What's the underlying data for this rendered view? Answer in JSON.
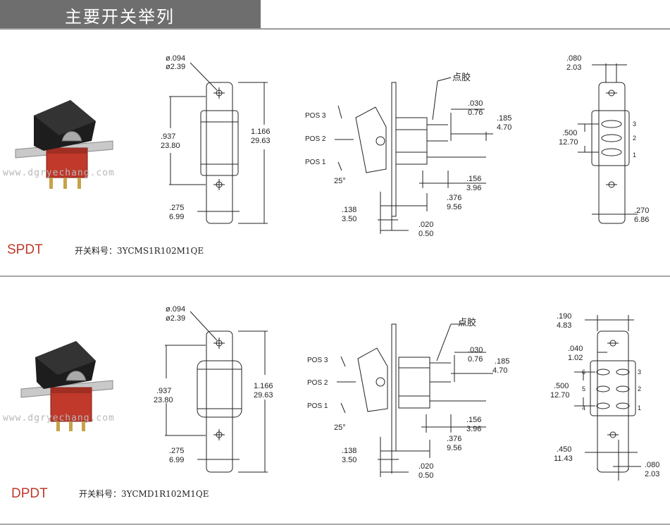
{
  "header": {
    "title": "主要开关举列"
  },
  "watermark": "www.dgryechang.com",
  "sections": [
    {
      "type": "SPDT",
      "part_number": "开关料号：3YCMS1R102M1QE",
      "front": {
        "hole_in": "ø.094",
        "hole_mm": "ø2.39",
        "h_in": ".937",
        "h_mm": "23.80",
        "total_in": "1.166",
        "total_mm": "29.63",
        "w_in": ".275",
        "w_mm": "6.99"
      },
      "side": {
        "pos3": "POS 3",
        "pos2": "POS 2",
        "pos1": "POS 1",
        "angle": "25°",
        "glue": "点胶",
        "t1_in": ".030",
        "t1_mm": "0.76",
        "t2_in": ".185",
        "t2_mm": "4.70",
        "t3_in": ".156",
        "t3_mm": "3.96",
        "t4_in": ".376",
        "t4_mm": "9.56",
        "t5_in": ".138",
        "t5_mm": "3.50",
        "t6_in": ".020",
        "t6_mm": "0.50"
      },
      "rear": {
        "top_in": ".080",
        "top_mm": "2.03",
        "pitch_in": ".500",
        "pitch_mm": "12.70",
        "w_in": ".270",
        "w_mm": "6.86",
        "pins": [
          "3",
          "2",
          "1"
        ]
      }
    },
    {
      "type": "DPDT",
      "part_number": "开关料号：3YCMD1R102M1QE",
      "front": {
        "hole_in": "ø.094",
        "hole_mm": "ø2.39",
        "h_in": ".937",
        "h_mm": "23.80",
        "total_in": "1.166",
        "total_mm": "29.63",
        "w_in": ".275",
        "w_mm": "6.99"
      },
      "side": {
        "pos3": "POS 3",
        "pos2": "POS 2",
        "pos1": "POS 1",
        "angle": "25°",
        "glue": "点胶",
        "t1_in": ".030",
        "t1_mm": "0.76",
        "t2_in": ".185",
        "t2_mm": "4.70",
        "t3_in": ".156",
        "t3_mm": "3.96",
        "t4_in": ".376",
        "t4_mm": "9.56",
        "t5_in": ".138",
        "t5_mm": "3.50",
        "t6_in": ".020",
        "t6_mm": "0.50"
      },
      "rear": {
        "top_in": ".190",
        "top_mm": "4.83",
        "mid_in": ".040",
        "mid_mm": "1.02",
        "pitch_in": ".500",
        "pitch_mm": "12.70",
        "w_in": ".450",
        "w_mm": "11.43",
        "r_in": ".080",
        "r_mm": "2.03",
        "pins_left": [
          "6",
          "5",
          "4"
        ],
        "pins_right": [
          "3",
          "2",
          "1"
        ]
      }
    }
  ]
}
